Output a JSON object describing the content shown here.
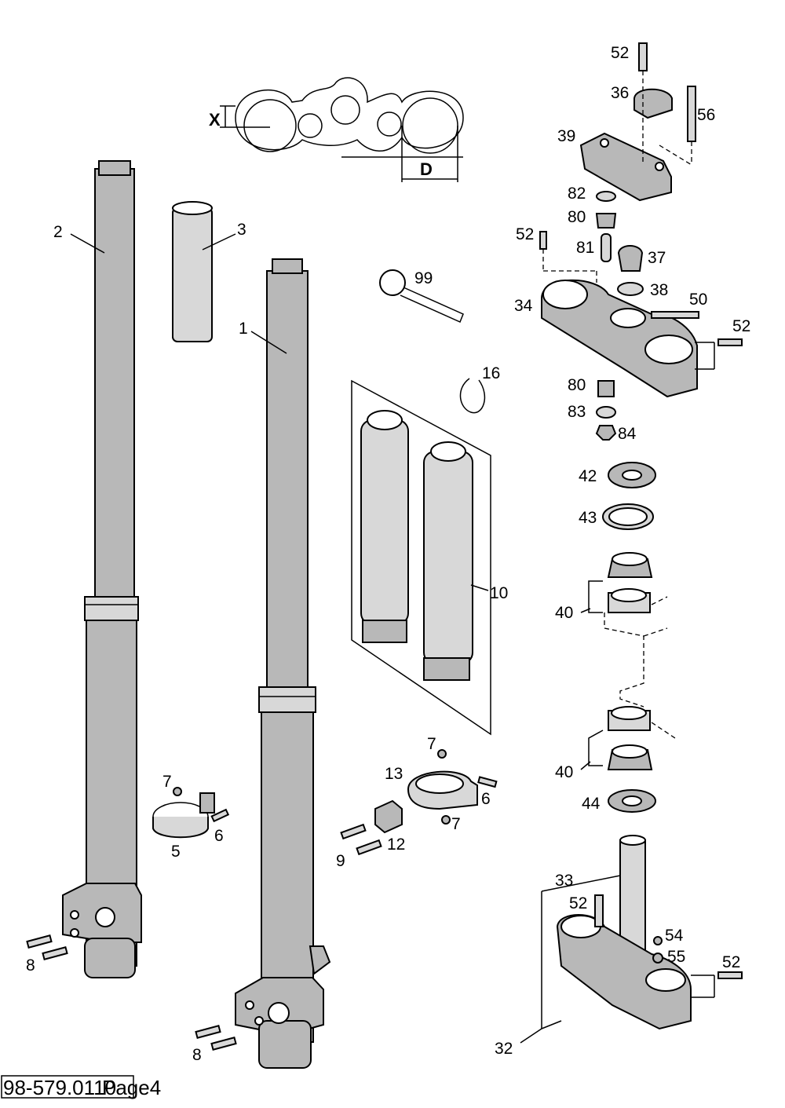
{
  "callouts": [
    {
      "id": "c52a",
      "text": "52"
    },
    {
      "id": "c36",
      "text": "36"
    },
    {
      "id": "c56",
      "text": "56"
    },
    {
      "id": "c39",
      "text": "39"
    },
    {
      "id": "c82",
      "text": "82"
    },
    {
      "id": "c80a",
      "text": "80"
    },
    {
      "id": "c52b",
      "text": "52"
    },
    {
      "id": "c81",
      "text": "81"
    },
    {
      "id": "c37",
      "text": "37"
    },
    {
      "id": "c38",
      "text": "38"
    },
    {
      "id": "c34",
      "text": "34"
    },
    {
      "id": "c50",
      "text": "50"
    },
    {
      "id": "c52c",
      "text": "52"
    },
    {
      "id": "c80b",
      "text": "80"
    },
    {
      "id": "c83",
      "text": "83"
    },
    {
      "id": "c84",
      "text": "84"
    },
    {
      "id": "c42",
      "text": "42"
    },
    {
      "id": "c43",
      "text": "43"
    },
    {
      "id": "c40a",
      "text": "40"
    },
    {
      "id": "c40b",
      "text": "40"
    },
    {
      "id": "c44",
      "text": "44"
    },
    {
      "id": "c33",
      "text": "33"
    },
    {
      "id": "c52d",
      "text": "52"
    },
    {
      "id": "c54",
      "text": "54"
    },
    {
      "id": "c55",
      "text": "55"
    },
    {
      "id": "c52e",
      "text": "52"
    },
    {
      "id": "c32",
      "text": "32"
    },
    {
      "id": "c2",
      "text": "2"
    },
    {
      "id": "c3",
      "text": "3"
    },
    {
      "id": "c1",
      "text": "1"
    },
    {
      "id": "c99",
      "text": "99"
    },
    {
      "id": "c16",
      "text": "16"
    },
    {
      "id": "c10",
      "text": "10"
    },
    {
      "id": "c7a",
      "text": "7"
    },
    {
      "id": "c6a",
      "text": "6"
    },
    {
      "id": "c5",
      "text": "5"
    },
    {
      "id": "c7b",
      "text": "7"
    },
    {
      "id": "c13",
      "text": "13"
    },
    {
      "id": "c6b",
      "text": "6"
    },
    {
      "id": "c7c",
      "text": "7"
    },
    {
      "id": "c9",
      "text": "9"
    },
    {
      "id": "c12",
      "text": "12"
    },
    {
      "id": "c8a",
      "text": "8"
    },
    {
      "id": "c8b",
      "text": "8"
    }
  ],
  "dimensions": {
    "x": "X",
    "d": "D"
  },
  "footer": {
    "code": "98-579.0110",
    "page": "Page4"
  }
}
